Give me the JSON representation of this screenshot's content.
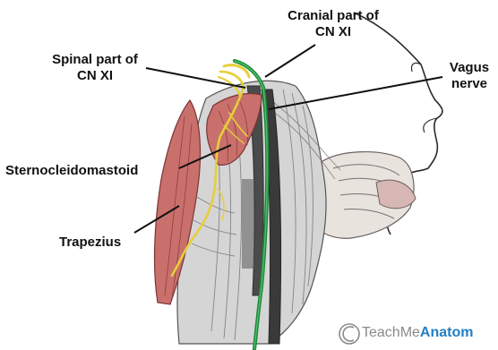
{
  "labels": {
    "cranial_line1": "Cranial part of",
    "cranial_line2": "CN XI",
    "spinal_line1": "Spinal part of",
    "spinal_line2": "CN XI",
    "vagus_line1": "Vagus",
    "vagus_line2": "nerve",
    "sternocleidomastoid": "Sternocleidomastoid",
    "trapezius": "Trapezius"
  },
  "watermark": {
    "prefix": "TeachMe",
    "brand": "Anatom"
  },
  "colors": {
    "nerve_cn_xi": "#e6cf3a",
    "vagus_nerve": "#1f8a3c",
    "muscle": "#c9706c",
    "brand_blue": "#1f7fc4"
  }
}
